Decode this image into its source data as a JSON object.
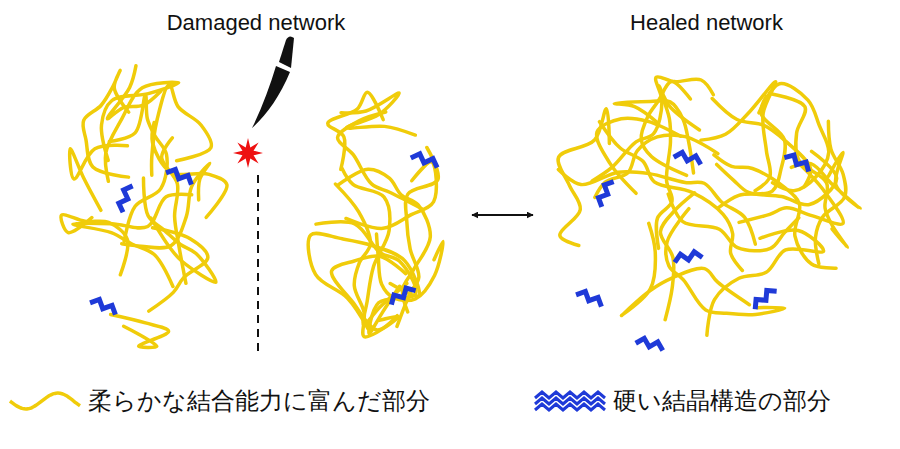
{
  "diagram": {
    "nodes": [
      {
        "text": [
          "Damaged network"
        ]
      },
      {
        "text": [
          "Healed network"
        ]
      }
    ],
    "edges": [
      {
        "from": 0,
        "to": 1,
        "arrow": "both"
      }
    ],
    "legend": [
      {
        "text": "柔らかな結合能力に富んだ部分"
      },
      {
        "text": "硬い結晶構造の部分"
      }
    ]
  }
}
